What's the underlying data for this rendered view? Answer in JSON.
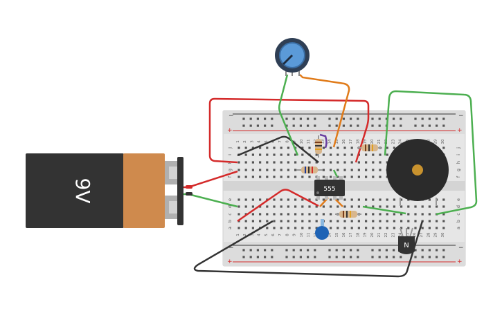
{
  "battery": {
    "label": "9V"
  },
  "chip": {
    "label": "555"
  },
  "transistor": {
    "label": "N"
  },
  "breadboard": {
    "columns": [
      "1",
      "2",
      "3",
      "4",
      "5",
      "6",
      "7",
      "8",
      "9",
      "10",
      "11",
      "12",
      "13",
      "14",
      "15",
      "16",
      "17",
      "18",
      "19",
      "20",
      "21",
      "22",
      "23",
      "24",
      "25",
      "26",
      "27",
      "28",
      "29",
      "30"
    ],
    "rows_top": [
      "j",
      "i",
      "h",
      "g",
      "f"
    ],
    "rows_bottom": [
      "e",
      "d",
      "c",
      "b",
      "a"
    ],
    "rail_minus": "−",
    "rail_plus": "+"
  },
  "colors": {
    "wire_red": "#d42a2a",
    "wire_green": "#4caf50",
    "wire_black": "#333333",
    "wire_orange": "#e07b1a",
    "wire_purple": "#6a3fa0",
    "battery_body": "#333333",
    "battery_label": "#cf8a4d",
    "breadboard": "#e4e4e4",
    "buzzer": "#2b2b2b",
    "capacitor": "#1e63b5",
    "potentiometer": "#4a8ad4"
  }
}
